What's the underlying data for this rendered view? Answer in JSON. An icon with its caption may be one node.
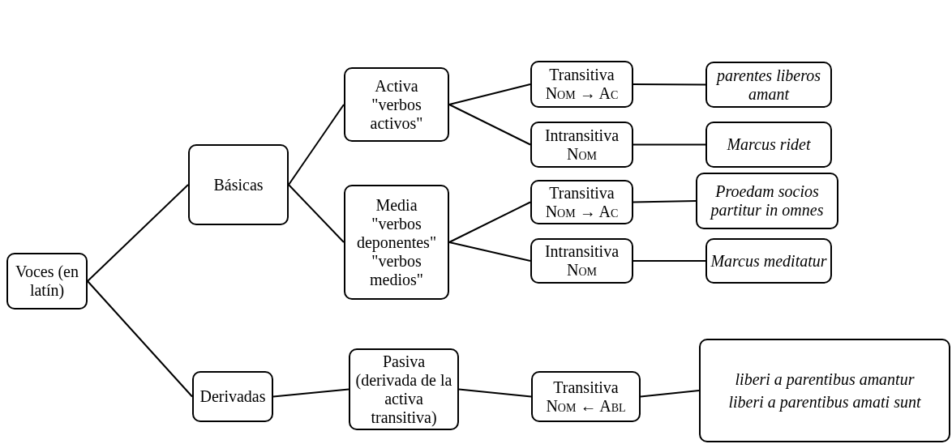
{
  "diagram": {
    "nodes": [
      {
        "text": [
          "Voces (en latín)"
        ]
      },
      {
        "text": [
          "Básicas"
        ]
      },
      {
        "text": [
          "Derivadas"
        ]
      },
      {
        "text": [
          "Activa",
          "\"verbos activos\""
        ]
      },
      {
        "text": [
          "Media",
          "\"verbos deponentes\"",
          "\"verbos medios\""
        ]
      },
      {
        "text": [
          "Transitiva",
          "Nom → Ac"
        ]
      },
      {
        "text": [
          "Intransitiva",
          "Nom"
        ]
      },
      {
        "text": [
          "Transitiva",
          "Nom → Ac"
        ]
      },
      {
        "text": [
          "Intransitiva",
          "Nom"
        ]
      },
      {
        "text": [
          "parentes liberos amant"
        ]
      },
      {
        "text": [
          "Marcus ridet"
        ]
      },
      {
        "text": [
          "Proedam socios partitur in omnes"
        ]
      },
      {
        "text": [
          "Marcus meditatur"
        ]
      },
      {
        "text": [
          "Pasiva (derivada de la activa transitiva)"
        ]
      },
      {
        "text": [
          "Transitiva",
          "Nom ← Abl"
        ]
      },
      {
        "text": [
          "liberi a parentibus amantur",
          "liberi a parentibus amati sunt"
        ]
      }
    ],
    "edges": [
      {
        "from": 0,
        "to": 1,
        "arrow": "none"
      },
      {
        "from": 0,
        "to": 2,
        "arrow": "none"
      },
      {
        "from": 1,
        "to": 3,
        "arrow": "none"
      },
      {
        "from": 1,
        "to": 4,
        "arrow": "none"
      },
      {
        "from": 3,
        "to": 5,
        "arrow": "none"
      },
      {
        "from": 3,
        "to": 6,
        "arrow": "none"
      },
      {
        "from": 4,
        "to": 7,
        "arrow": "none"
      },
      {
        "from": 4,
        "to": 8,
        "arrow": "none"
      },
      {
        "from": 5,
        "to": 9,
        "arrow": "none"
      },
      {
        "from": 6,
        "to": 10,
        "arrow": "none"
      },
      {
        "from": 7,
        "to": 11,
        "arrow": "none"
      },
      {
        "from": 8,
        "to": 12,
        "arrow": "none"
      },
      {
        "from": 2,
        "to": 13,
        "arrow": "none"
      },
      {
        "from": 13,
        "to": 14,
        "arrow": "none"
      },
      {
        "from": 14,
        "to": 15,
        "arrow": "none"
      }
    ]
  }
}
